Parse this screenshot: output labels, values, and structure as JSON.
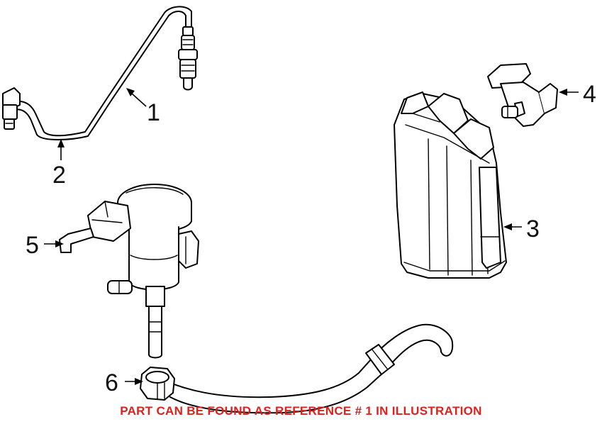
{
  "diagram": {
    "callouts": [
      {
        "number": "1",
        "part": "oxygen-sensor-harness"
      },
      {
        "number": "2",
        "part": "harness-line"
      },
      {
        "number": "3",
        "part": "vapor-canister"
      },
      {
        "number": "4",
        "part": "vent-valve"
      },
      {
        "number": "5",
        "part": "purge-valve-pump"
      },
      {
        "number": "6",
        "part": "vapor-hose"
      }
    ],
    "colors": {
      "line_art": "#000000",
      "note": "#e0201b",
      "background": "#ffffff"
    }
  },
  "footer": {
    "note": "PART CAN BE FOUND AS REFERENCE # 1 IN ILLUSTRATION"
  }
}
